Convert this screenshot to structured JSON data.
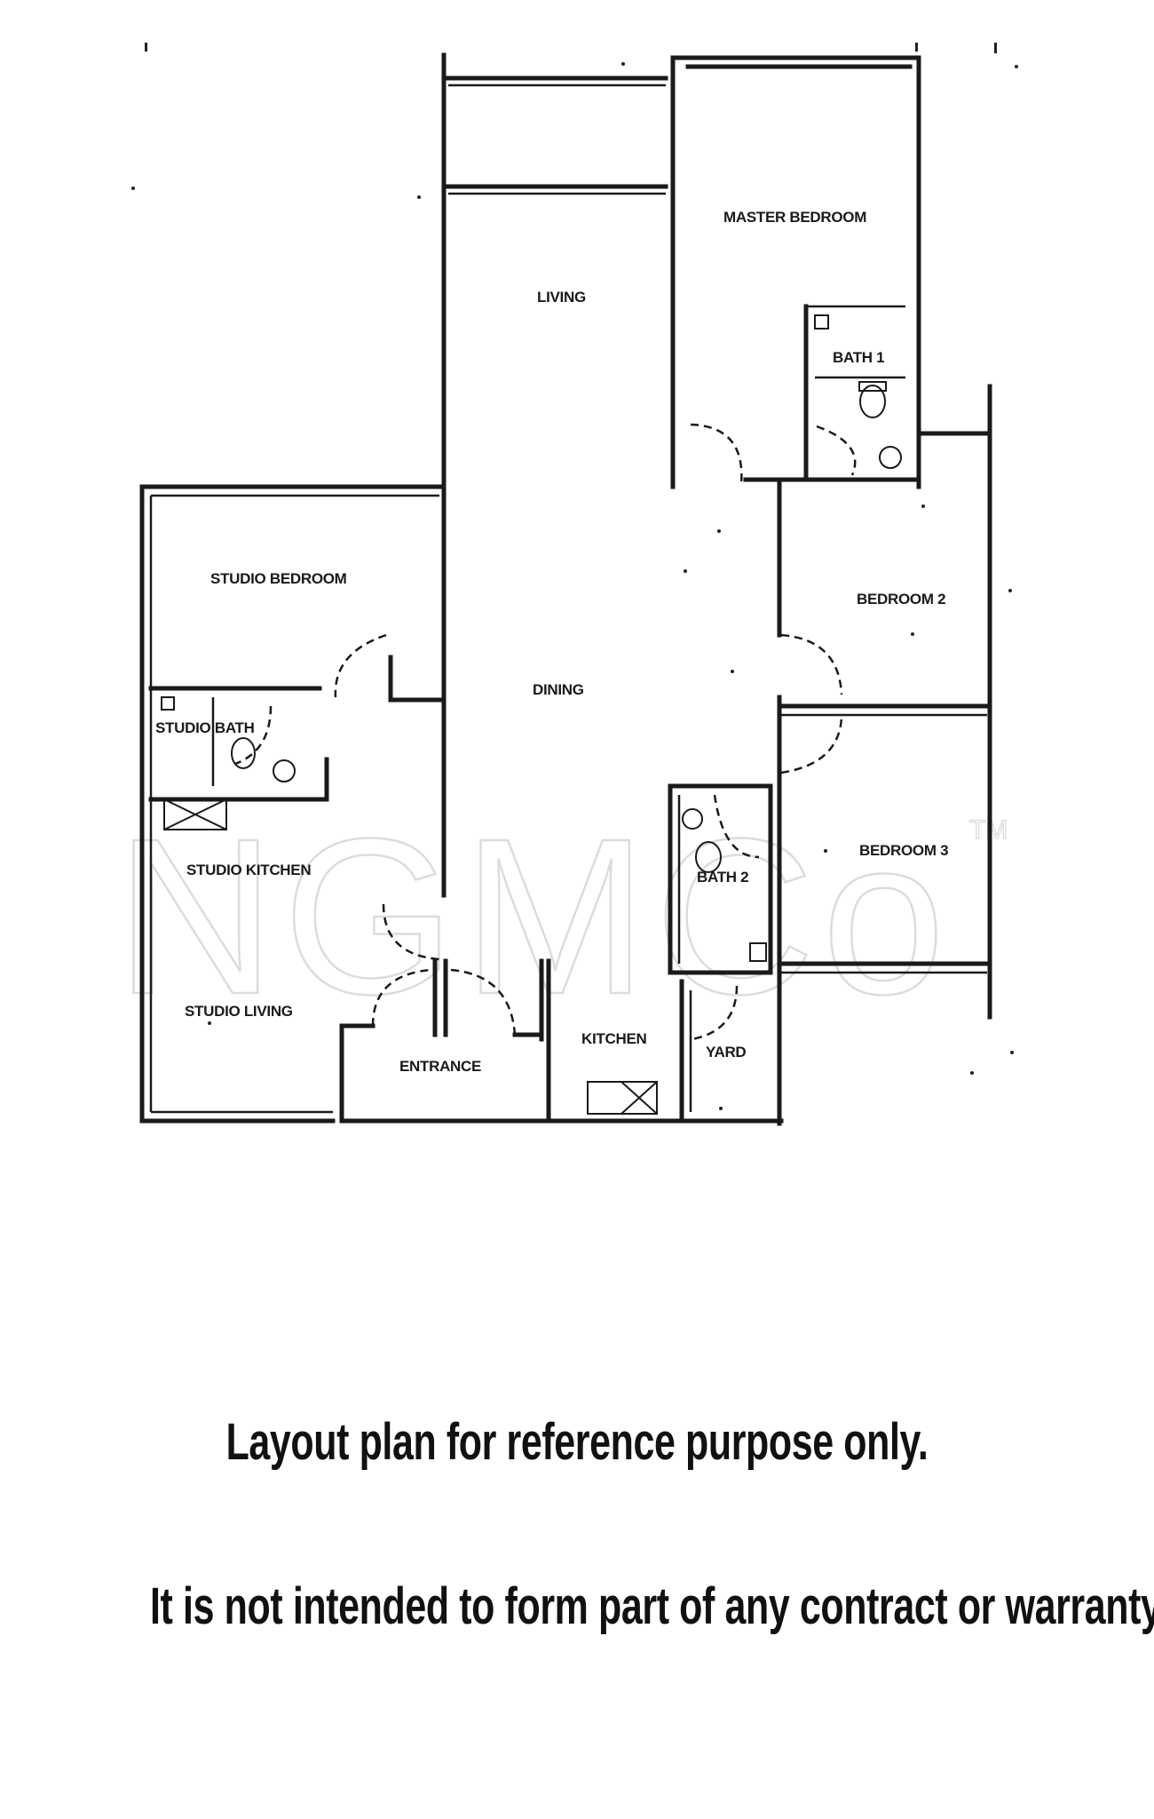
{
  "floorplan": {
    "rooms": {
      "master_bedroom": "MASTER BEDROOM",
      "living": "LIVING",
      "bath1": "BATH 1",
      "studio_bedroom": "STUDIO BEDROOM",
      "dining": "DINING",
      "bedroom2": "BEDROOM 2",
      "studio_bath": "STUDIO BATH",
      "studio_kitchen": "STUDIO KITCHEN",
      "bedroom3": "BEDROOM 3",
      "bath2": "BATH 2",
      "studio_living": "STUDIO LIVING",
      "kitchen": "KITCHEN",
      "entrance": "ENTRANCE",
      "yard": "YARD"
    },
    "watermark": {
      "text": "NGMCo",
      "trademark": "TM"
    }
  },
  "disclaimer": {
    "line1": "Layout plan for reference purpose only.",
    "line2": "It is not intended to form part of any contract or warranty."
  }
}
